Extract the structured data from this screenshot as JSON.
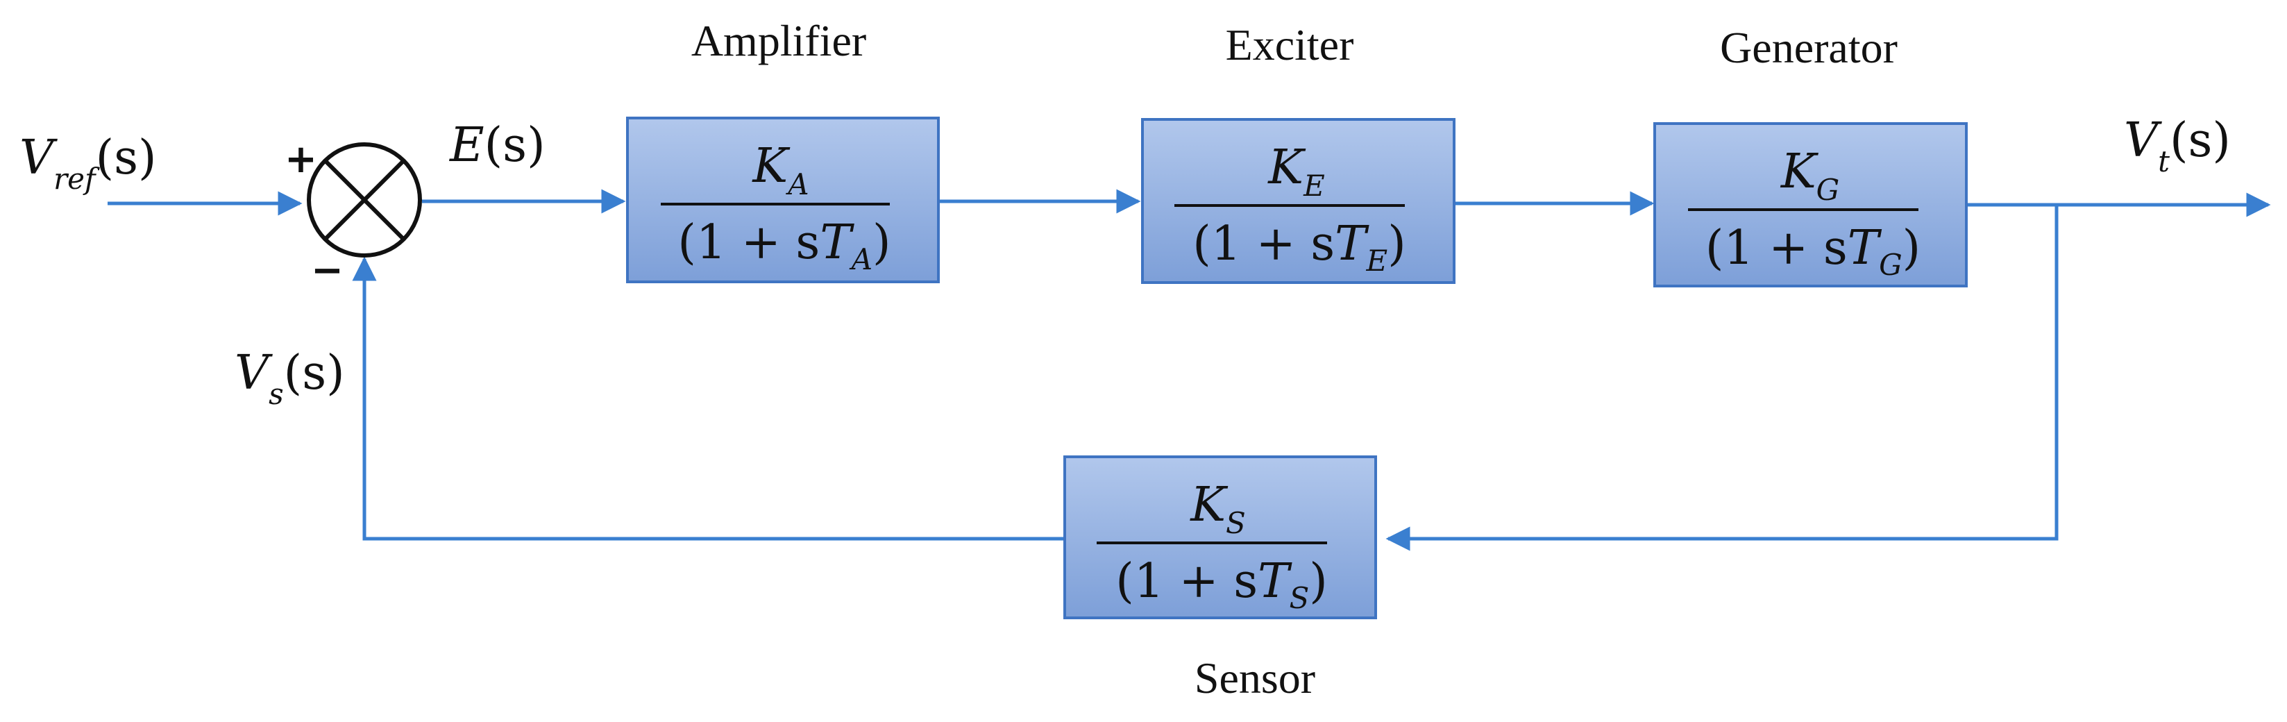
{
  "blocks": {
    "amplifier": {
      "title": "Amplifier",
      "num": "K",
      "num_sub": "A",
      "den_pre": "(1 + s",
      "den_var": "T",
      "den_sub": "A",
      "den_post": ")"
    },
    "exciter": {
      "title": "Exciter",
      "num": "K",
      "num_sub": "E",
      "den_pre": "(1 + s",
      "den_var": "T",
      "den_sub": "E",
      "den_post": ")"
    },
    "generator": {
      "title": "Generator",
      "num": "K",
      "num_sub": "G",
      "den_pre": "(1 + s",
      "den_var": "T",
      "den_sub": "G",
      "den_post": ")"
    },
    "sensor": {
      "title": "Sensor",
      "num": "K",
      "num_sub": "S",
      "den_pre": "(1 + s",
      "den_var": "T",
      "den_sub": "S",
      "den_post": ")"
    }
  },
  "signals": {
    "vref": {
      "main": "V",
      "sub": "ref",
      "arg": "(s)"
    },
    "error": {
      "main": "E",
      "arg": "(s)"
    },
    "vt": {
      "main": "V",
      "sub": "t",
      "arg": "(s)"
    },
    "vs": {
      "main": "V",
      "sub": "s",
      "arg": "(s)"
    }
  },
  "summing_junction": {
    "plus": "+",
    "minus": "−"
  },
  "colors": {
    "wire": "#3a7fd0",
    "box_fill_top": "#a9c0e8",
    "box_fill_bottom": "#7fa0d8",
    "box_border": "#3f74c2"
  }
}
